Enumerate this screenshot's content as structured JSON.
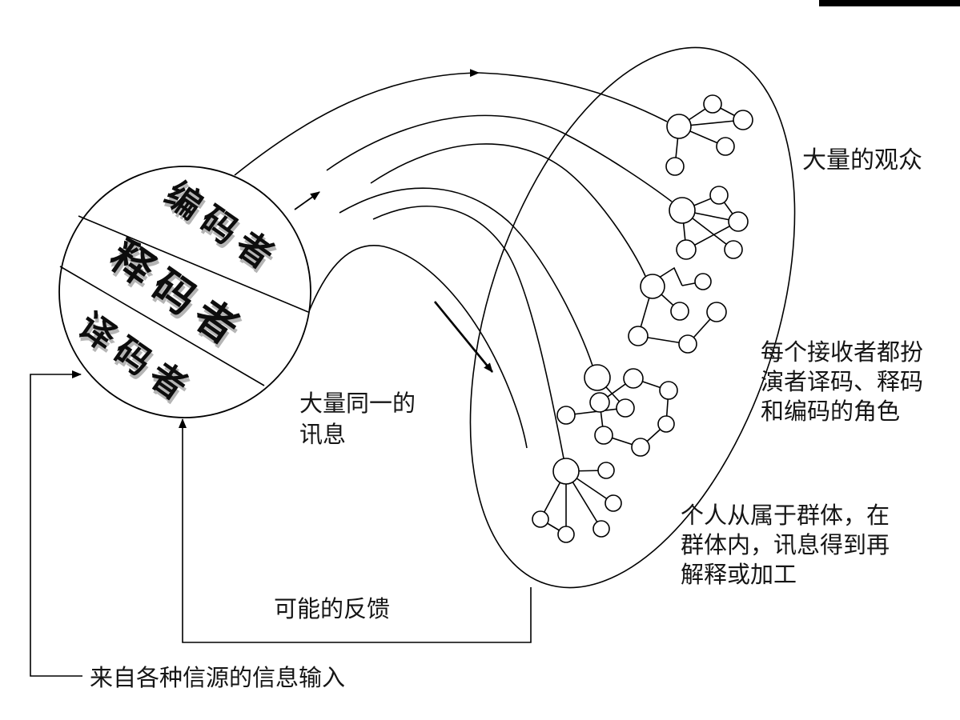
{
  "colors": {
    "background": "#ffffff",
    "stroke": "#000000",
    "band_shadow": "#b5b5b5",
    "top_bar": "#000000"
  },
  "sender_circle": {
    "bands": [
      {
        "label": "编码者"
      },
      {
        "label": "释码者"
      },
      {
        "label": "译码者"
      }
    ]
  },
  "labels": {
    "mass_audience": "大量的观众",
    "receiver_roles": "每个接收者都扮\n演者译码、释码\n和编码的角色",
    "group_reinterpretation": "个人从属于群体，在\n群体内，讯息得到再\n解释或加工",
    "identical_messages": "大量同一的\n讯息",
    "possible_feedback": "可能的反馈",
    "input_from_sources": "来自各种信源的信息输入"
  }
}
